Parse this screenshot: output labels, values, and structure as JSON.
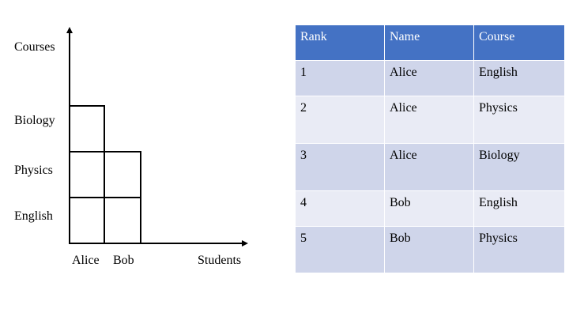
{
  "diagram": {
    "y_axis_label": "Courses",
    "x_axis_label": "Students",
    "y_categories": [
      "English",
      "Physics",
      "Biology"
    ],
    "x_categories": [
      "Alice",
      "Bob"
    ],
    "cells": [
      {
        "student": "Alice",
        "course": "English"
      },
      {
        "student": "Alice",
        "course": "Physics"
      },
      {
        "student": "Alice",
        "course": "Biology"
      },
      {
        "student": "Bob",
        "course": "English"
      },
      {
        "student": "Bob",
        "course": "Physics"
      }
    ]
  },
  "table": {
    "headers": [
      "Rank",
      "Name",
      "Course"
    ],
    "rows": [
      [
        "1",
        "Alice",
        "English"
      ],
      [
        "2",
        "Alice",
        "Physics"
      ],
      [
        "3",
        "Alice",
        "Biology"
      ],
      [
        "4",
        "Bob",
        "English"
      ],
      [
        "5",
        "Bob",
        "Physics"
      ]
    ]
  },
  "colors": {
    "header_bg": "#4472c4",
    "row_odd_bg": "#cfd5ea",
    "row_even_bg": "#e9ebf5"
  }
}
